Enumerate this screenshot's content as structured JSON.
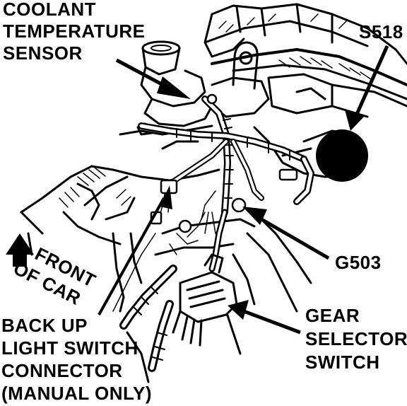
{
  "labels": {
    "coolant_sensor": [
      "COOLANT",
      "TEMPERATURE",
      "SENSOR"
    ],
    "splice": "S518",
    "ground": "G503",
    "front_of_car": [
      "FRONT",
      "OF CAR"
    ],
    "backup_switch": [
      "BACK UP",
      "LIGHT SWITCH",
      "CONNECTOR",
      "(MANUAL ONLY)"
    ],
    "gear_selector": [
      "GEAR",
      "SELECTOR",
      "SWITCH"
    ]
  },
  "colors": {
    "ink": "#000000",
    "paper": "#ffffff"
  }
}
